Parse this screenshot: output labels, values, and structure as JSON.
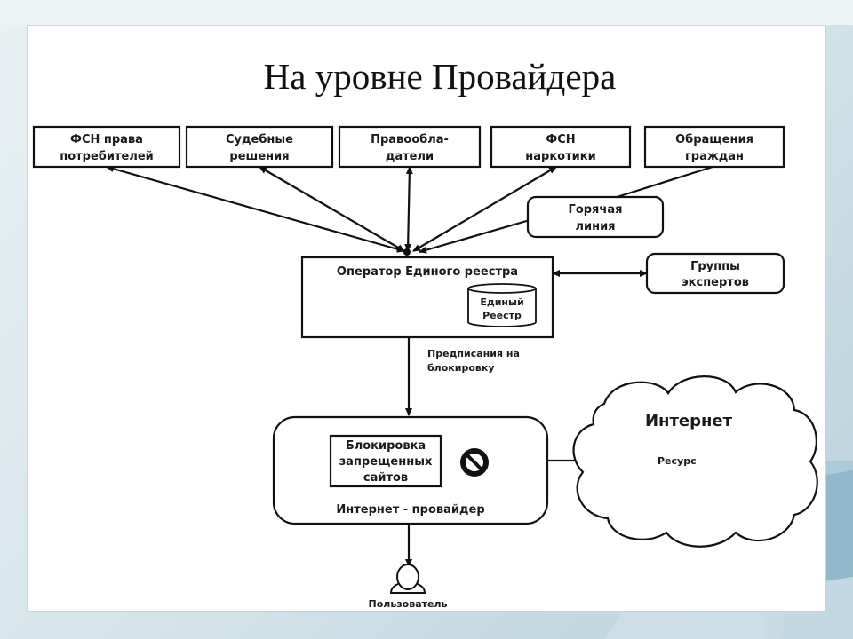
{
  "slide": {
    "title": "На уровне Провайдера"
  },
  "diagram": {
    "sources": [
      {
        "line1": "ФСН права",
        "line2": "потребителей"
      },
      {
        "line1": "Судебные",
        "line2": "решения"
      },
      {
        "line1": "Правообла-",
        "line2": "датели"
      },
      {
        "line1": "ФСН",
        "line2": "наркотики"
      },
      {
        "line1": "Обращения",
        "line2": "граждан"
      }
    ],
    "hotline": {
      "line1": "Горячая",
      "line2": "линия"
    },
    "operator": {
      "label": "Оператор Единого реестра",
      "registry_line1": "Единый",
      "registry_line2": "Реестр"
    },
    "experts": {
      "line1": "Группы",
      "line2": "экспертов"
    },
    "prescription": {
      "line1": "Предписания на",
      "line2": "блокировку"
    },
    "blocking": {
      "line1": "Блокировка",
      "line2": "запрещенных",
      "line3": "сайтов"
    },
    "provider": {
      "label": "Интернет - провайдер"
    },
    "internet": {
      "title": "Интернет",
      "resource": "Ресурс"
    },
    "user": {
      "label": "Пользователь"
    }
  }
}
